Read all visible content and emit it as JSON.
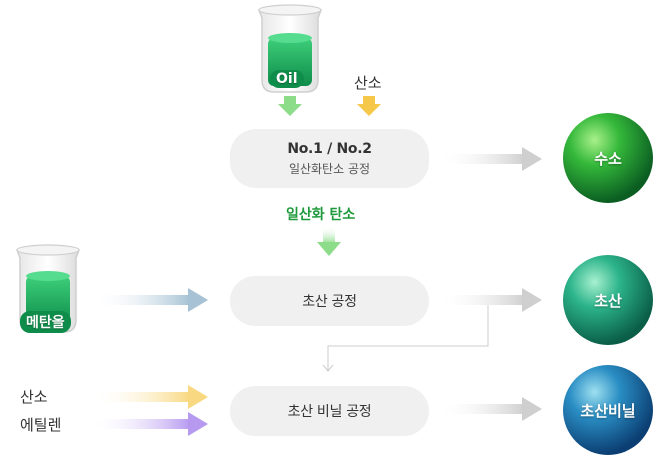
{
  "inputs": {
    "oil": "Oil",
    "oxygen_top": "산소",
    "carbon_monoxide": "일산화 탄소",
    "methanol": "메탄올",
    "oxygen_bottom": "산소",
    "ethylene": "에틸렌"
  },
  "processes": {
    "p1_title": "No.1 / No.2",
    "p1_sub": "일산화탄소 공정",
    "p2": "초산 공정",
    "p3": "초산 비닐 공정"
  },
  "products": {
    "hydrogen": "수소",
    "acetic_acid": "초산",
    "vinyl_acetate": "초산비닐"
  },
  "colors": {
    "green_product": "#1a9a3a",
    "teal_product": "#1e9e78",
    "blue_product": "#1e6fae",
    "process_bg": "#f0f0f0",
    "label_green": "#1e9a3c"
  }
}
